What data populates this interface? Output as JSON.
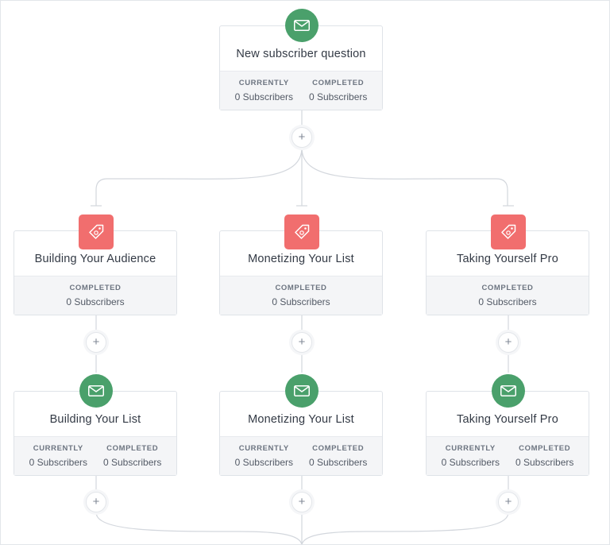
{
  "flow": {
    "root": {
      "title": "New subscriber question",
      "currently_label": "CURRENTLY",
      "currently_value": "0 Subscribers",
      "completed_label": "COMPLETED",
      "completed_value": "0 Subscribers"
    },
    "add_symbol": "+",
    "tags": [
      {
        "title": "Building Your Audience",
        "completed_label": "COMPLETED",
        "completed_value": "0 Subscribers"
      },
      {
        "title": "Monetizing Your List",
        "completed_label": "COMPLETED",
        "completed_value": "0 Subscribers"
      },
      {
        "title": "Taking Yourself Pro",
        "completed_label": "COMPLETED",
        "completed_value": "0 Subscribers"
      }
    ],
    "emails": [
      {
        "title": "Building Your List",
        "currently_label": "CURRENTLY",
        "currently_value": "0 Subscribers",
        "completed_label": "COMPLETED",
        "completed_value": "0 Subscribers"
      },
      {
        "title": "Monetizing Your List",
        "currently_label": "CURRENTLY",
        "currently_value": "0 Subscribers",
        "completed_label": "COMPLETED",
        "completed_value": "0 Subscribers"
      },
      {
        "title": "Taking Yourself Pro",
        "currently_label": "CURRENTLY",
        "currently_value": "0 Subscribers",
        "completed_label": "COMPLETED",
        "completed_value": "0 Subscribers"
      }
    ],
    "icons": {
      "email": "envelope-icon",
      "tag": "tag-icon"
    },
    "colors": {
      "email_badge": "#4aa06b",
      "tag_badge": "#f16e6e",
      "connector": "#d3d7dd"
    }
  }
}
